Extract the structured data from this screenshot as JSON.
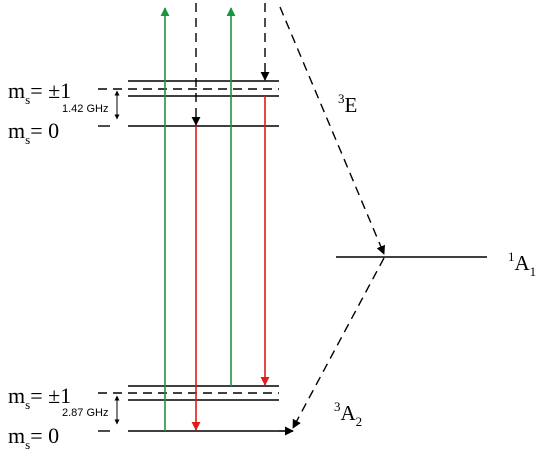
{
  "upper_state": {
    "term_sup": "3",
    "term_main": "E",
    "ms_pm1": {
      "m": "m",
      "sub": "s",
      "rest": "= ±1"
    },
    "ms_0": {
      "m": "m",
      "sub": "s",
      "rest": "= 0"
    },
    "splitting": "1.42 GHz"
  },
  "singlet_state": {
    "term_sup": "1",
    "term_main": "A",
    "term_sub": "1"
  },
  "ground_state": {
    "term_sup": "3",
    "term_main": "A",
    "term_sub": "2",
    "ms_pm1": {
      "m": "m",
      "sub": "s",
      "rest": "= ±1"
    },
    "ms_0": {
      "m": "m",
      "sub": "s",
      "rest": "= 0"
    },
    "splitting": "2.87 GHz"
  },
  "colors": {
    "excitation": "#1a9641",
    "emission": "#e31a1c",
    "levels": "#000000"
  }
}
